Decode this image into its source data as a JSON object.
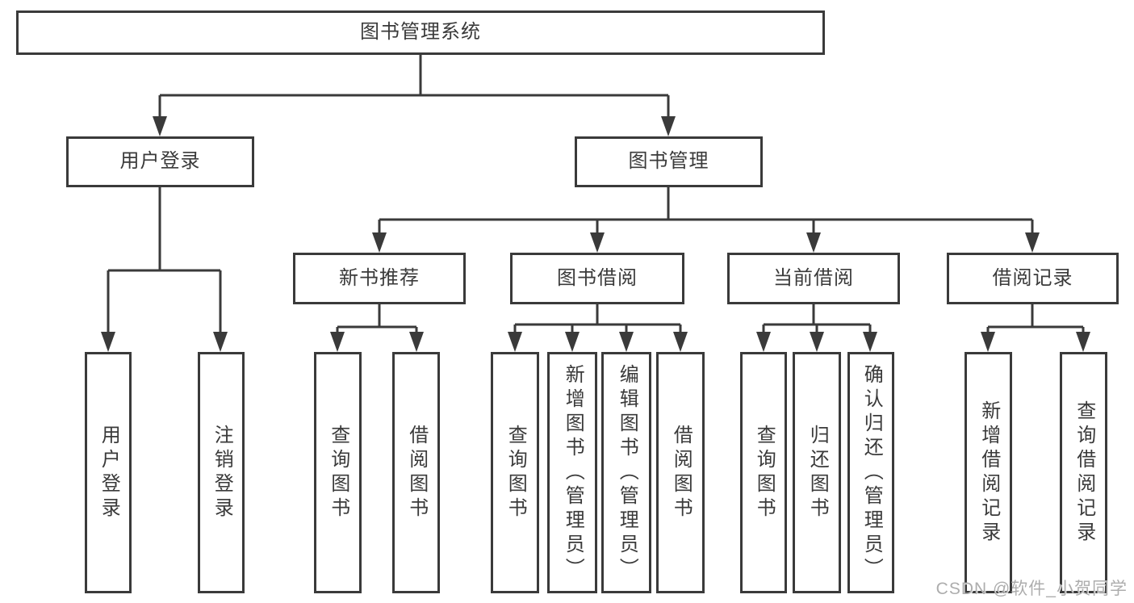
{
  "tree": {
    "root": {
      "label": "图书管理系统"
    },
    "branches": [
      {
        "label": "用户登录",
        "children": [
          {
            "label": "用户登录"
          },
          {
            "label": "注销登录"
          }
        ]
      },
      {
        "label": "图书管理",
        "children": [
          {
            "label": "新书推荐",
            "children": [
              {
                "label": "查询图书"
              },
              {
                "label": "借阅图书"
              }
            ]
          },
          {
            "label": "图书借阅",
            "children": [
              {
                "label": "查询图书"
              },
              {
                "label": "新增图书（管理员）"
              },
              {
                "label": "编辑图书（管理员）"
              },
              {
                "label": "借阅图书"
              }
            ]
          },
          {
            "label": "当前借阅",
            "children": [
              {
                "label": "查询图书"
              },
              {
                "label": "归还图书"
              },
              {
                "label": "确认归还（管理员）"
              }
            ]
          },
          {
            "label": "借阅记录",
            "children": [
              {
                "label": "新增借阅记录"
              },
              {
                "label": "查询借阅记录"
              }
            ]
          }
        ]
      }
    ]
  },
  "watermark": {
    "text": "CSDN @软件_小贺同学"
  },
  "colors": {
    "line": "#3a3a3a",
    "box_border": "#3a3a3a",
    "text": "#3a3a3a",
    "background": "#ffffff",
    "watermark": "#adadad"
  }
}
